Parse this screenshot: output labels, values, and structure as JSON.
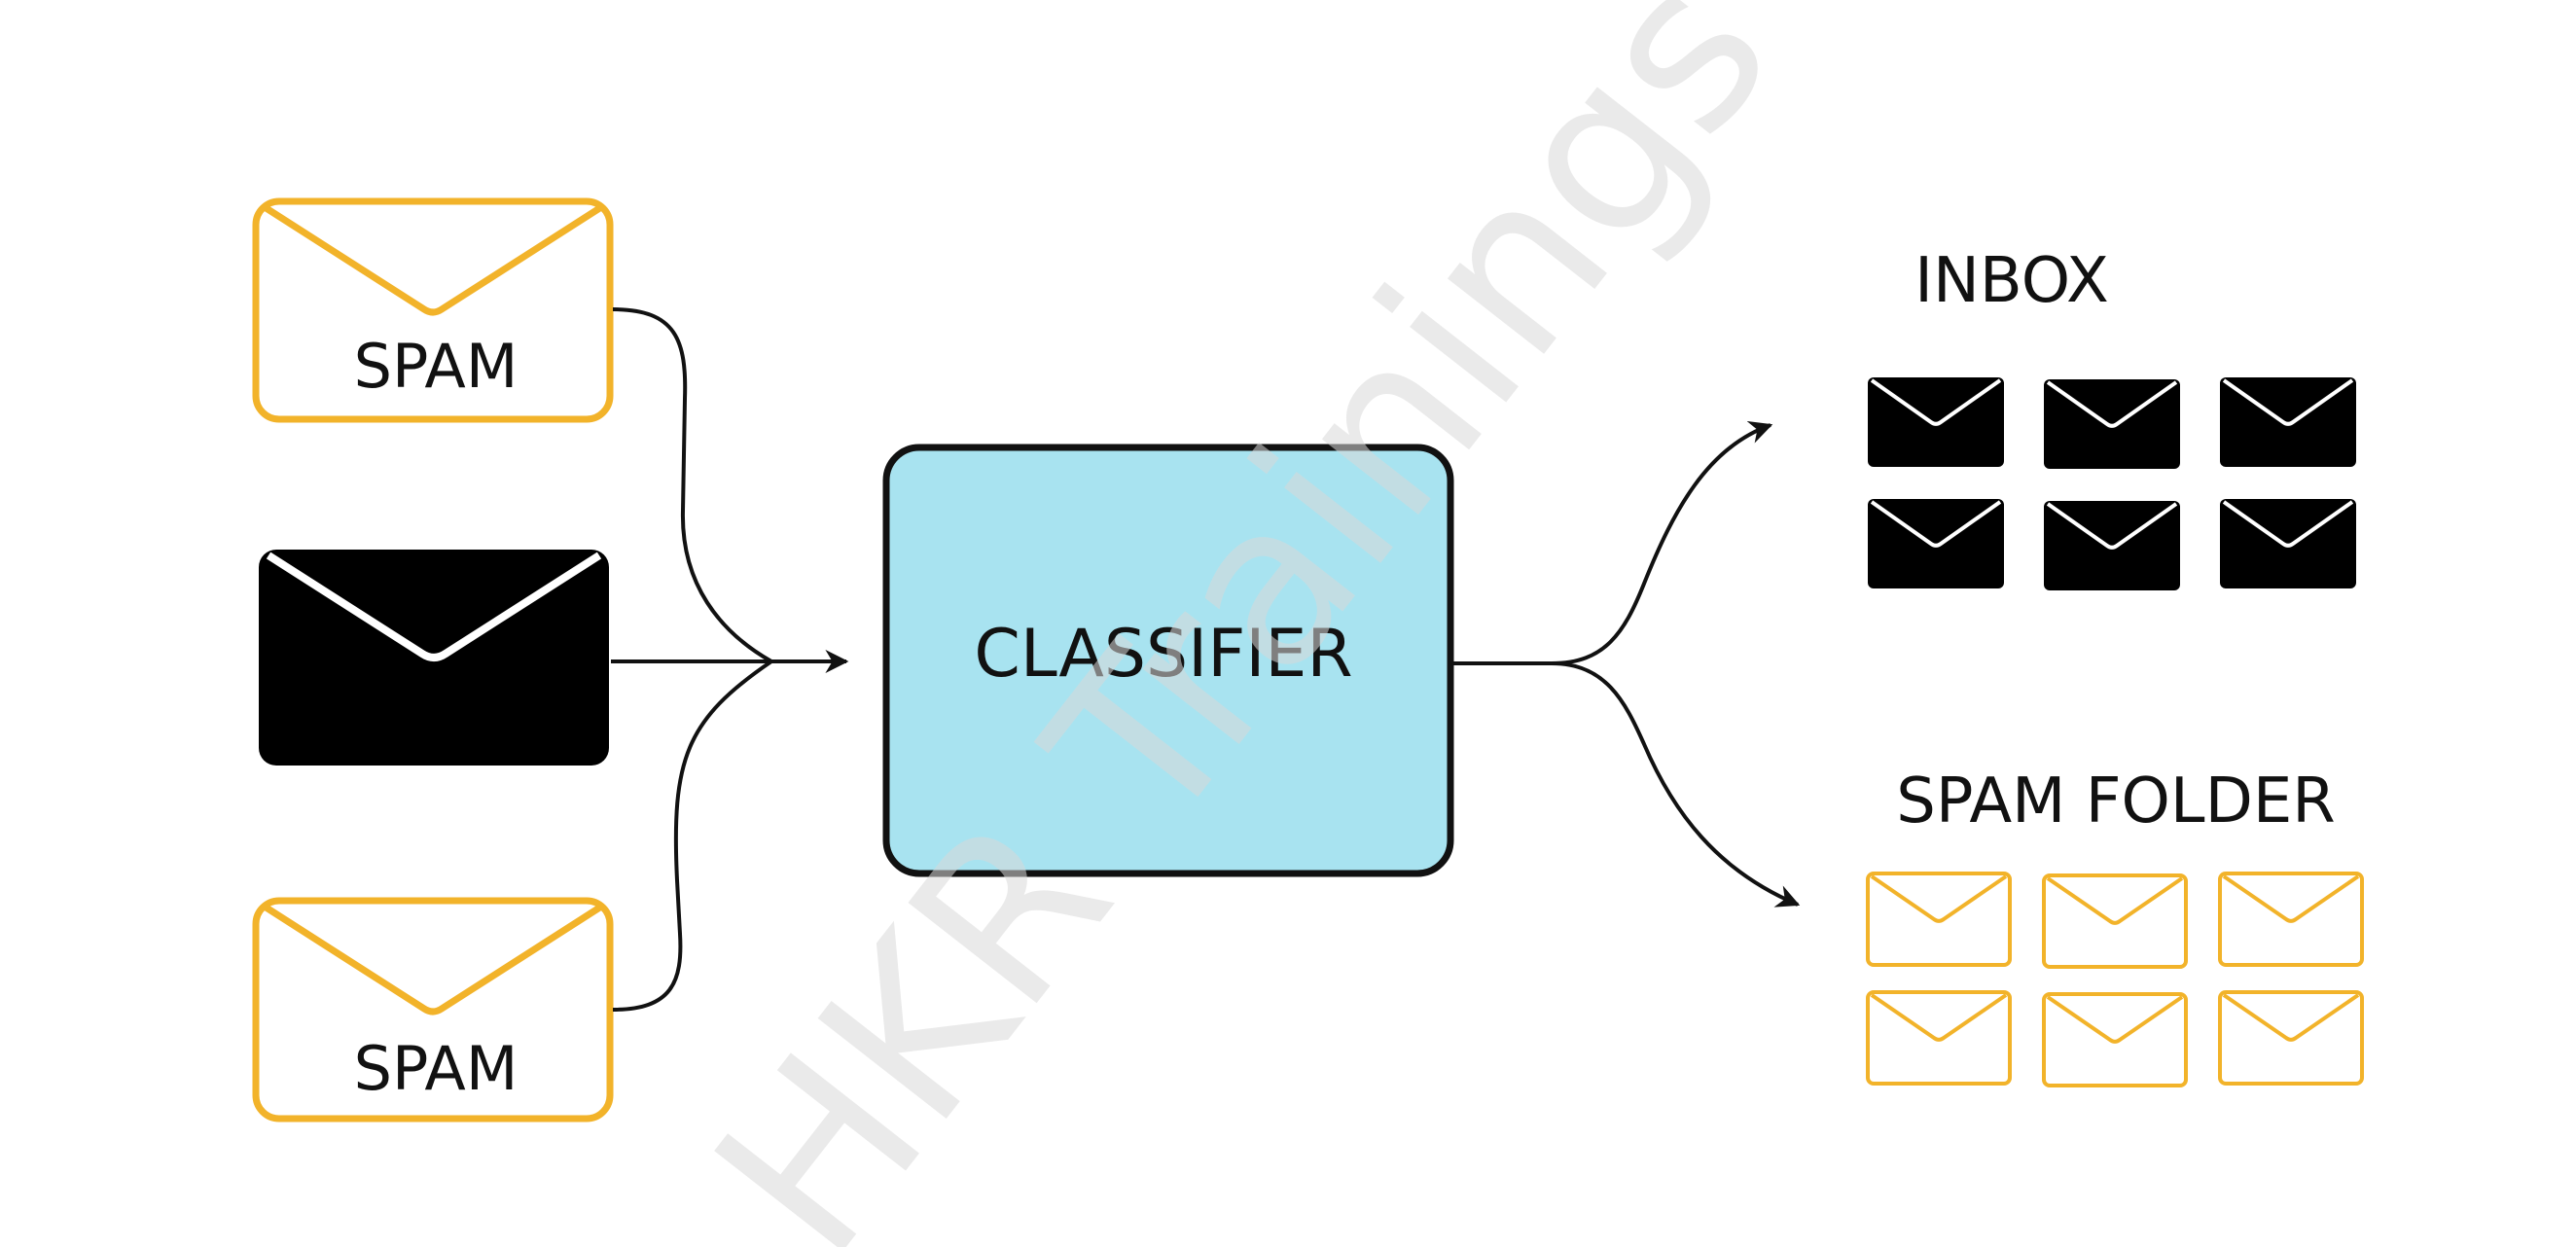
{
  "inputs": {
    "top_label": "SPAM",
    "bottom_label": "SPAM"
  },
  "classifier": {
    "label": "CLASSIFIER"
  },
  "outputs": {
    "inbox_label": "INBOX",
    "spam_folder_label": "SPAM FOLDER",
    "inbox_count": 6,
    "spam_count": 6
  },
  "watermark": "HKR Trainings",
  "colors": {
    "spam": "#f2b32a",
    "ham": "#000000",
    "classifier_fill": "#a8e3f0",
    "stroke": "#111111"
  }
}
